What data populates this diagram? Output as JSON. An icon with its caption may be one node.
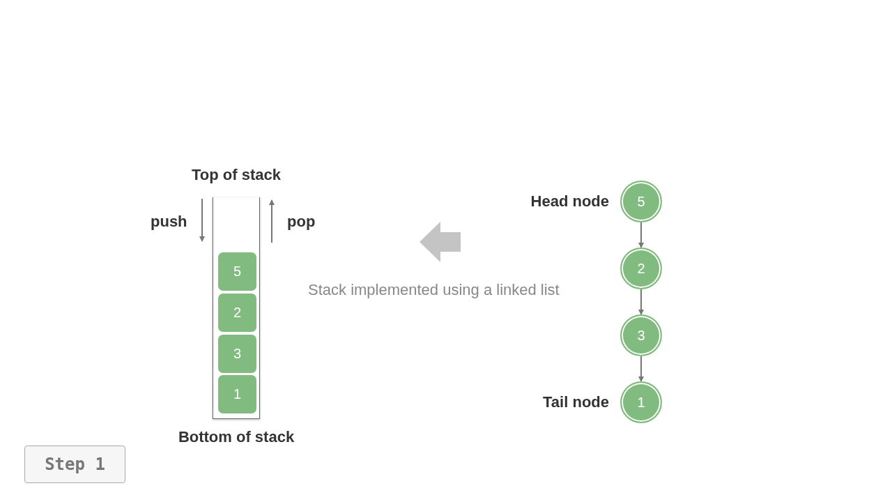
{
  "diagram": {
    "nodes": [
      {
        "text": [],
        "shape": "box",
        "beside": [
          "Top of stack",
          "Bottom of stack"
        ]
      },
      {
        "text": [
          "5"
        ],
        "in": 0
      },
      {
        "text": [
          "2"
        ],
        "in": 0
      },
      {
        "text": [
          "3"
        ],
        "in": 0
      },
      {
        "text": [
          "1"
        ],
        "in": 0
      },
      {
        "text": [
          "5"
        ],
        "beside": [
          "Head node"
        ]
      },
      {
        "text": [
          "2"
        ]
      },
      {
        "text": [
          "3"
        ]
      },
      {
        "text": [
          "1"
        ],
        "beside": [
          "Tail node"
        ]
      }
    ],
    "edges": [
      {
        "from": 5,
        "to": 6,
        "arrow": "to"
      },
      {
        "from": 6,
        "to": 7,
        "arrow": "to"
      },
      {
        "from": 7,
        "to": 8,
        "arrow": "to"
      }
    ],
    "labels": [
      "push",
      "pop",
      "Stack implemented using a linked list",
      "Step 1"
    ]
  }
}
